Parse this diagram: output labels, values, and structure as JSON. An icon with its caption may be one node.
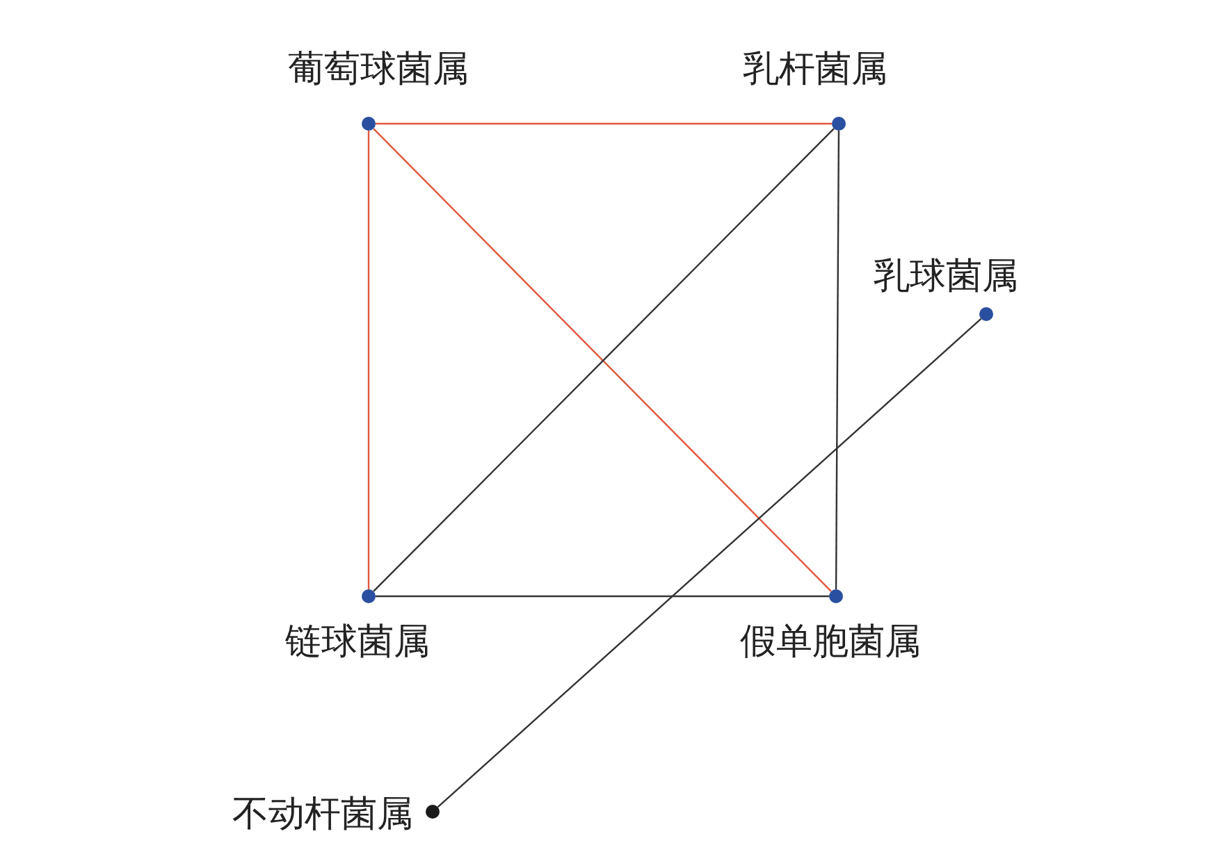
{
  "diagram": {
    "nodes": [
      {
        "text": [],
        "shape": "circle",
        "beside": [
          "葡萄球菌属"
        ]
      },
      {
        "text": [],
        "shape": "circle",
        "beside": [
          "乳杆菌属"
        ]
      },
      {
        "text": [],
        "shape": "circle",
        "beside": [
          "乳球菌属"
        ]
      },
      {
        "text": [],
        "shape": "circle",
        "beside": [
          "链球菌属"
        ]
      },
      {
        "text": [],
        "shape": "circle",
        "beside": [
          "假单胞菌属"
        ]
      },
      {
        "text": [],
        "shape": "circle",
        "beside": [
          "不动杆菌属"
        ]
      }
    ],
    "edges": [
      {
        "from": 0,
        "to": 1,
        "arrow": "none",
        "color": "#e0573d"
      },
      {
        "from": 0,
        "to": 3,
        "arrow": "none",
        "color": "#e0573d"
      },
      {
        "from": 0,
        "to": 4,
        "arrow": "none",
        "color": "#e0573d"
      },
      {
        "from": 1,
        "to": 3,
        "arrow": "none"
      },
      {
        "from": 1,
        "to": 4,
        "arrow": "none"
      },
      {
        "from": 3,
        "to": 4,
        "arrow": "none"
      },
      {
        "from": 2,
        "to": 5,
        "arrow": "none"
      }
    ]
  }
}
